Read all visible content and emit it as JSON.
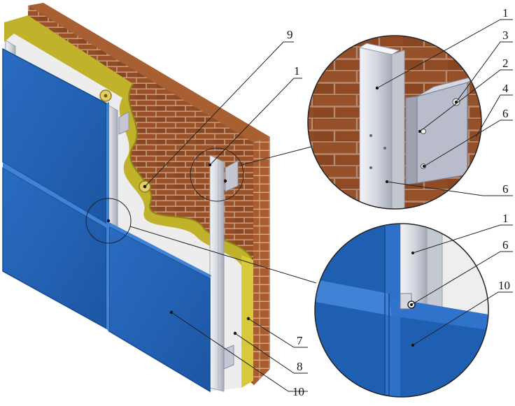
{
  "colors": {
    "background": "#ffffff",
    "brick": "#8e4b23",
    "brick_light": "#b36332",
    "brick_top": "#a45a2e",
    "mortar": "#caa58a",
    "insulation": "#bfb02a",
    "insulation_dark": "#8f8418",
    "membrane": "#ececec",
    "panel_blue": "#1f5fb2",
    "panel_blue_light": "#3f82d6",
    "panel_blue_dark": "#154a8c",
    "rail": "#d8dbe2",
    "rail_shadow": "#9aa0ad",
    "bracket": "#b9bccb",
    "leader": "#222222",
    "dot": "#111111"
  },
  "icons": {
    "anchor_dowel": "dowel-icon",
    "fastener": "rivet-icon"
  },
  "callouts": {
    "main_9": "9",
    "main_1": "1",
    "main_7": "7",
    "main_8": "8",
    "main_10": "10",
    "top_1": "1",
    "top_3": "3",
    "top_2": "2",
    "top_4": "4",
    "top_6a": "6",
    "top_6b": "6",
    "bottom_1": "1",
    "bottom_6": "6",
    "bottom_10": "10"
  }
}
